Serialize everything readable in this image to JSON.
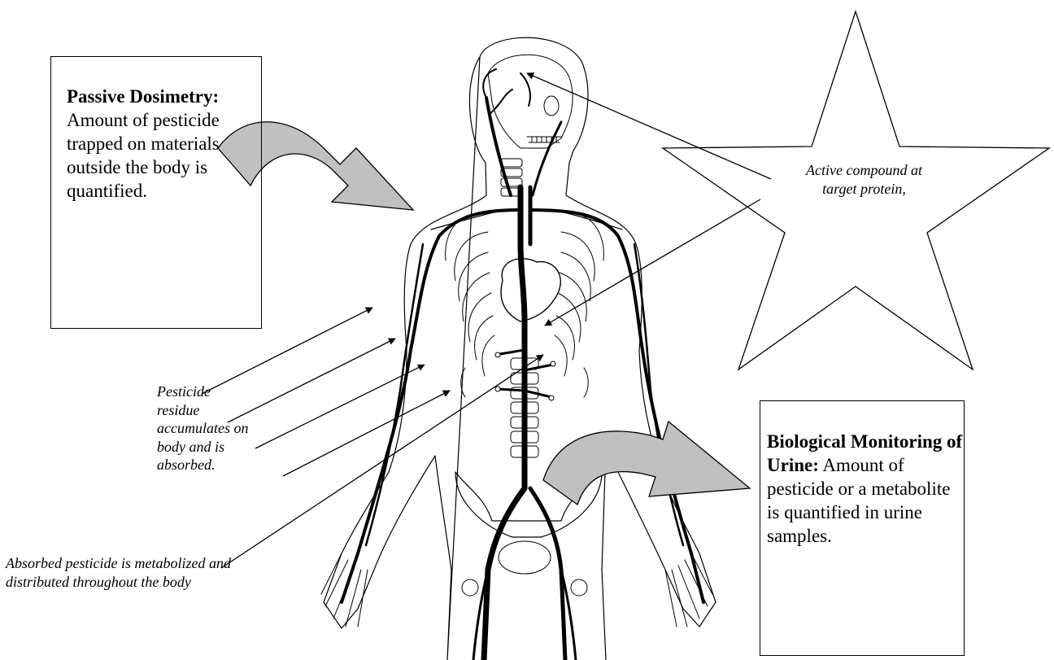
{
  "passive_box": {
    "heading": "Passive Dosimetry:",
    "body": "Amount of pesticide trapped on materials outside the body is quantified."
  },
  "bio_box": {
    "heading": "Biological Monitoring of Urine:",
    "body": "Amount of pesticide or a metabolite is quantified in urine samples."
  },
  "star": {
    "text": "Active compound at target protein,"
  },
  "notes": {
    "residue": "Pesticide residue accumulates on body and is absorbed.",
    "absorbed": "Absorbed pesticide is metabolized and distributed throughout the body"
  },
  "colors": {
    "line": "#000000",
    "arrow_fill": "#c0c0c0",
    "background": "#ffffff"
  },
  "icons": [
    "human-circulatory-system-illustration",
    "star-shape",
    "curved-arrow"
  ]
}
